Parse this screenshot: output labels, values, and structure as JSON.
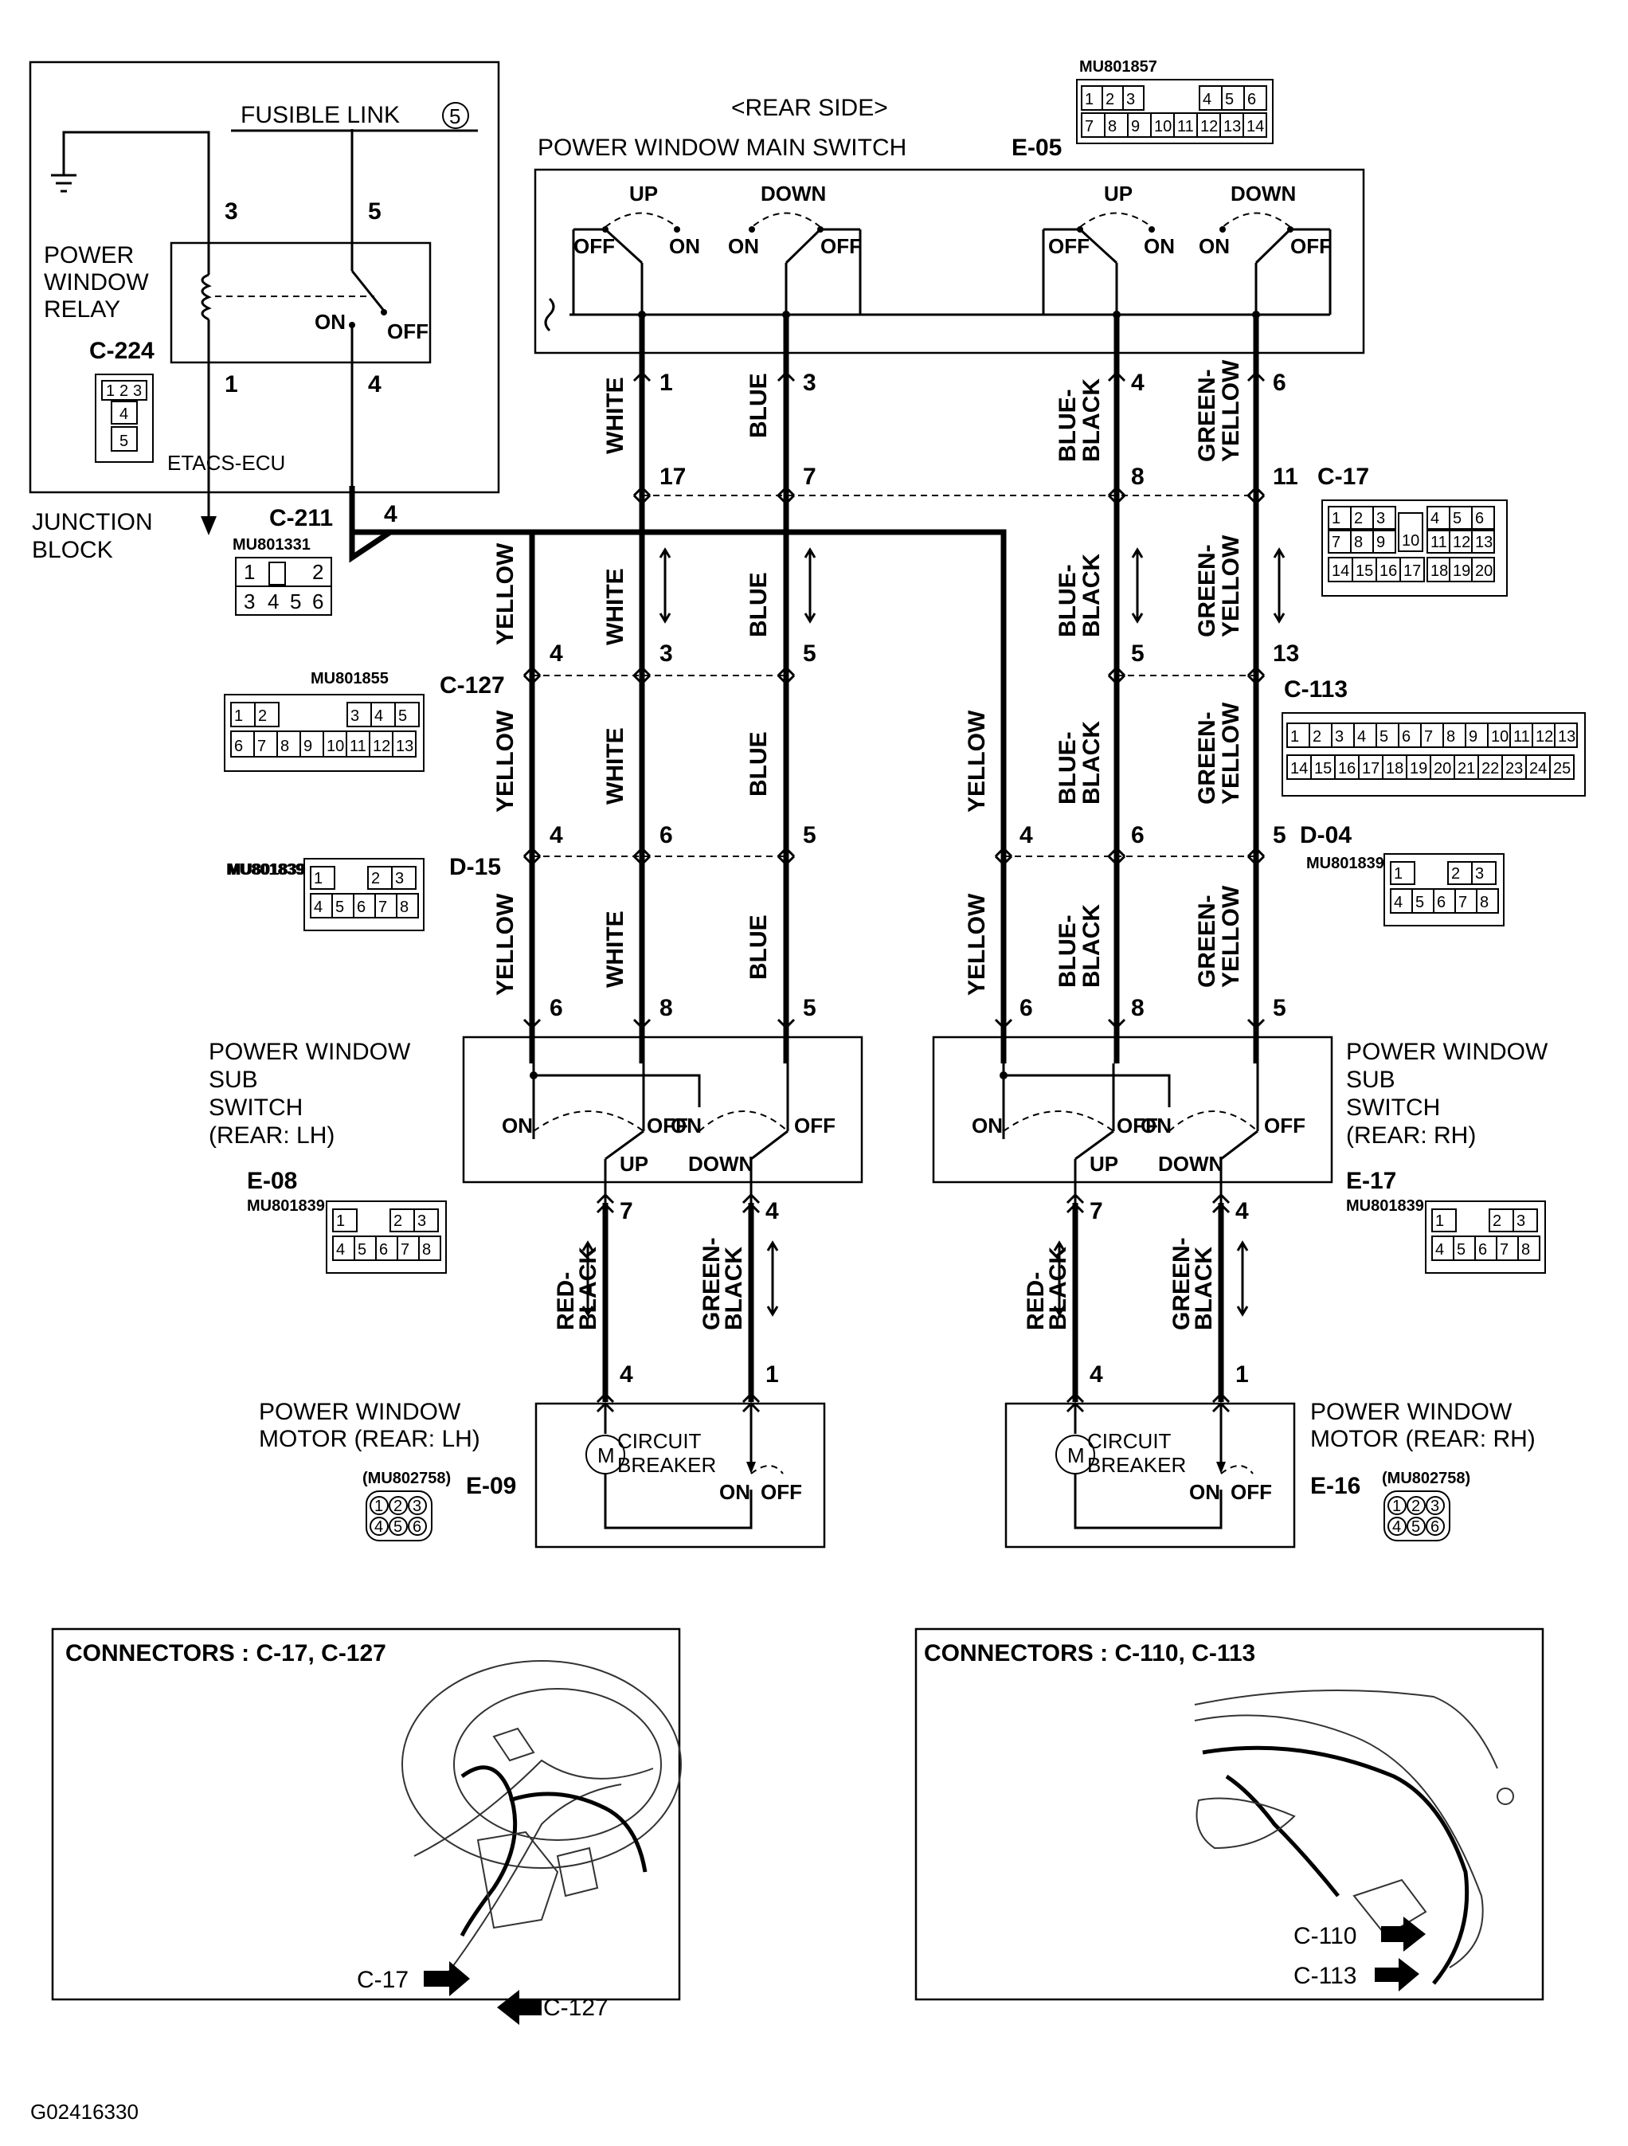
{
  "figure_id": "G02416330",
  "fusible_link": {
    "label": "FUSIBLE LINK",
    "number": "5"
  },
  "relay": {
    "title_lines": [
      "POWER",
      "WINDOW",
      "RELAY"
    ],
    "connector": "C-224",
    "pins": {
      "top_left": "3",
      "top_right": "5",
      "bottom_left": "1",
      "bottom_right": "4"
    },
    "switch_on": "ON",
    "switch_off": "OFF",
    "connector_cells": [
      "1",
      "2",
      "3",
      "4",
      "5"
    ],
    "etacs": "ETACS-ECU"
  },
  "junction_block": {
    "lines": [
      "JUNCTION",
      "BLOCK"
    ],
    "connector": "C-211",
    "part": "MU801331",
    "pin": "4",
    "cells": [
      "1",
      "2",
      "3",
      "4",
      "5",
      "6"
    ]
  },
  "main_switch": {
    "side": "<REAR SIDE>",
    "title": "POWER WINDOW MAIN SWITCH",
    "connector": "E-05",
    "part": "MU801857",
    "cells": [
      "1",
      "2",
      "3",
      "4",
      "5",
      "6",
      "7",
      "8",
      "9",
      "10",
      "11",
      "12",
      "13",
      "14"
    ],
    "up": "UP",
    "down": "DOWN",
    "off": "OFF",
    "on": "ON",
    "pins": [
      "1",
      "3",
      "4",
      "6"
    ]
  },
  "c17": {
    "connector": "C-17",
    "pins": [
      "17",
      "7",
      "8",
      "11"
    ],
    "cells": [
      "1",
      "2",
      "3",
      "10",
      "4",
      "5",
      "6",
      "7",
      "8",
      "9",
      "11",
      "12",
      "13",
      "14",
      "15",
      "16",
      "17",
      "18",
      "19",
      "20"
    ]
  },
  "c127": {
    "connector": "C-127",
    "part": "MU801855",
    "pins": [
      "4",
      "3",
      "5"
    ],
    "cells": [
      "1",
      "2",
      "3",
      "4",
      "5",
      "6",
      "7",
      "8",
      "9",
      "10",
      "11",
      "12",
      "13"
    ]
  },
  "c113": {
    "connector": "C-113",
    "pins": [
      "5",
      "13"
    ],
    "cells": [
      "1",
      "2",
      "3",
      "4",
      "5",
      "6",
      "7",
      "8",
      "9",
      "10",
      "11",
      "12",
      "13",
      "14",
      "15",
      "16",
      "17",
      "18",
      "19",
      "20",
      "21",
      "22",
      "23",
      "24",
      "25"
    ]
  },
  "d15": {
    "connector": "D-15",
    "part": "MU801839",
    "pins": [
      "4",
      "6",
      "5"
    ],
    "cells": [
      "1",
      "2",
      "3",
      "4",
      "5",
      "6",
      "7",
      "8"
    ]
  },
  "d04": {
    "connector": "D-04",
    "part": "MU801839",
    "pins": [
      "4",
      "6",
      "5"
    ],
    "cells": [
      "1",
      "2",
      "3",
      "4",
      "5",
      "6",
      "7",
      "8"
    ]
  },
  "wire_colors": {
    "white": "WHITE",
    "blue": "BLUE",
    "blue_black": [
      "BLUE-",
      "BLACK"
    ],
    "green_yellow": [
      "GREEN-",
      "YELLOW"
    ],
    "yellow": "YELLOW",
    "red_black": [
      "RED-",
      "BLACK"
    ],
    "green_black": [
      "GREEN-",
      "BLACK"
    ]
  },
  "sub_switch_lh": {
    "lines": [
      "POWER WINDOW",
      "SUB",
      "SWITCH",
      "(REAR: LH)"
    ],
    "connector": "E-08",
    "part": "MU801839",
    "pins_top": [
      "6",
      "8",
      "5"
    ],
    "pins_bottom": [
      "7",
      "4"
    ],
    "on": "ON",
    "off": "OFF",
    "up": "UP",
    "down": "DOWN"
  },
  "sub_switch_rh": {
    "lines": [
      "POWER WINDOW",
      "SUB",
      "SWITCH",
      "(REAR: RH)"
    ],
    "connector": "E-17",
    "part": "MU801839",
    "pins_top": [
      "6",
      "8",
      "5"
    ],
    "pins_bottom": [
      "7",
      "4"
    ],
    "on": "ON",
    "off": "OFF",
    "up": "UP",
    "down": "DOWN"
  },
  "motor_lh": {
    "lines": [
      "POWER WINDOW",
      "MOTOR (REAR: LH)"
    ],
    "connector": "E-09",
    "part": "(MU802758)",
    "pins": [
      "4",
      "1"
    ],
    "breaker": [
      "CIRCUIT",
      "BREAKER"
    ],
    "on": "ON",
    "off": "OFF",
    "m": "M",
    "cells": [
      "1",
      "2",
      "3",
      "4",
      "5",
      "6"
    ]
  },
  "motor_rh": {
    "lines": [
      "POWER WINDOW",
      "MOTOR (REAR: RH)"
    ],
    "connector": "E-16",
    "part": "(MU802758)",
    "pins": [
      "4",
      "1"
    ],
    "breaker": [
      "CIRCUIT",
      "BREAKER"
    ],
    "on": "ON",
    "off": "OFF",
    "m": "M",
    "cells": [
      "1",
      "2",
      "3",
      "4",
      "5",
      "6"
    ]
  },
  "inset_left": {
    "title": "CONNECTORS : C-17, C-127",
    "labels": [
      "C-17",
      "C-127"
    ]
  },
  "inset_right": {
    "title": "CONNECTORS : C-110, C-113",
    "labels": [
      "C-110",
      "C-113"
    ]
  }
}
